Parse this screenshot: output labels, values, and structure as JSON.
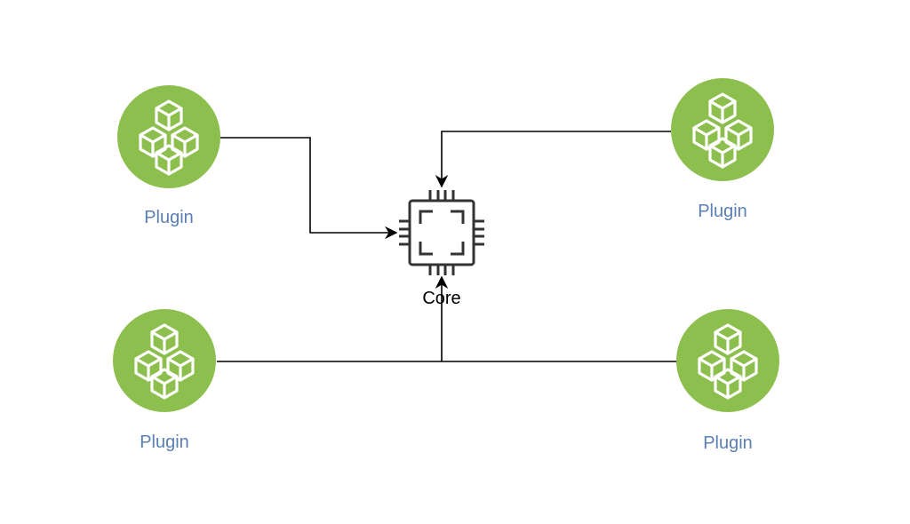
{
  "diagram": {
    "core": {
      "label": "Core",
      "icon": "cpu-chip-icon",
      "color": "#333333"
    },
    "plugins": [
      {
        "label": "Plugin",
        "icon": "cubes-icon"
      },
      {
        "label": "Plugin",
        "icon": "cubes-icon"
      },
      {
        "label": "Plugin",
        "icon": "cubes-icon"
      },
      {
        "label": "Plugin",
        "icon": "cubes-icon"
      }
    ],
    "colors": {
      "plugin_fill": "#8cbf4d",
      "plugin_icon": "#ffffff",
      "plugin_label": "#5a7fb5",
      "connector": "#000000"
    }
  }
}
